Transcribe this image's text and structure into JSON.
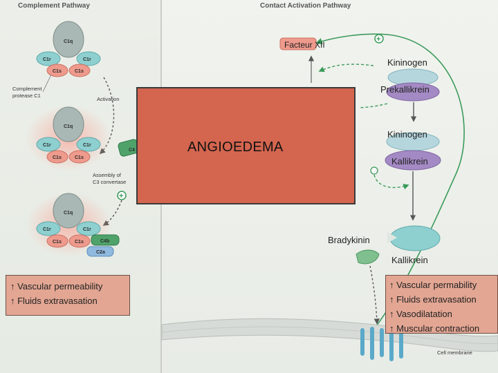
{
  "headers": {
    "complement": "Complement Pathway",
    "contact": "Contact Activation Pathway"
  },
  "complement": {
    "c1q": "C1q",
    "c1r": "C1r",
    "c1s": "C1s",
    "protease_label": [
      "Complement",
      "protease C1"
    ],
    "activation": "Activation",
    "assembly": [
      "Assembly of",
      "C3 convertase"
    ],
    "c4b": "C4b",
    "c2a": "C2a",
    "c4_partial": "C4",
    "plus": "+"
  },
  "contact": {
    "facteur": "Facteur XII",
    "kininogen_top": "Kininogen",
    "prekallikrein": "Prekallikrein",
    "kininogen_mid": "Kininogen",
    "kallikrein_mid": "Kallikrein",
    "bradykinin": "Bradykinin",
    "kallikrein_bottom": "Kallikrein",
    "cell_membrane": "Cell membrane",
    "plus": "+"
  },
  "angioedema": "ANGIOEDEMA",
  "left_effects": [
    "↑ Vascular permeability",
    "↑ Fluids extravasation"
  ],
  "right_effects": [
    "↑ Vascular permability",
    "↑ Fluids extravasation",
    "↑ Vasodilatation",
    "↑ Muscular contraction"
  ],
  "colors": {
    "teal": "#8ecfd0",
    "pink": "#ee9a8c",
    "purple": "#a48ac4",
    "green": "#3a9a5a",
    "box_red": "#d4654f",
    "box_salmon": "#e3a693"
  }
}
